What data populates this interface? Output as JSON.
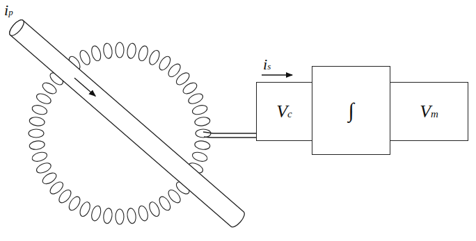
{
  "diagram": {
    "nodes": [
      {
        "text": [
          "Vc"
        ]
      },
      {
        "text": [
          "∫"
        ]
      },
      {
        "text": [
          "Vm"
        ]
      }
    ],
    "labels": [
      "ip",
      "is"
    ]
  }
}
